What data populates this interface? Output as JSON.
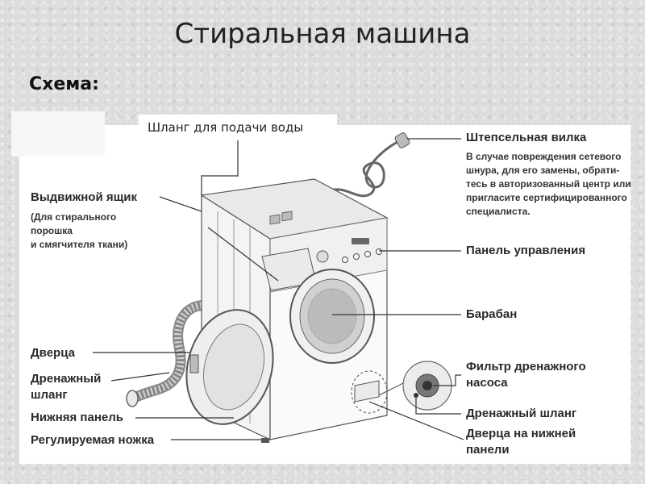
{
  "title": "Стиральная машина",
  "subtitle": "Схема:",
  "labels": {
    "inlet_hose": "Шланг для подачи воды",
    "drawer": "Выдвижной ящик",
    "drawer_note_1": "(Для стирального",
    "drawer_note_2": "порошка",
    "drawer_note_3": "и смягчителя ткани)",
    "door": "Дверца",
    "drain_hose_left_1": "Дренажный",
    "drain_hose_left_2": "шланг",
    "lower_panel": "Нижняя панель",
    "adjustable_foot": "Регулируемая ножка",
    "plug": "Штепсельная вилка",
    "plug_note_1": "В случае повреждения сетевого",
    "plug_note_2": "шнура, для его замены, обрати-",
    "plug_note_3": "тесь в авторизованный центр или",
    "plug_note_4": "пригласите сертифицированного",
    "plug_note_5": "специалиста.",
    "control_panel": "Панель управления",
    "drum": "Барабан",
    "pump_filter_1": "Фильтр дренажного",
    "pump_filter_2": "насоса",
    "drain_hose_right": "Дренажный шланг",
    "lower_door_1": "Дверца на нижней",
    "lower_door_2": "панели"
  },
  "colors": {
    "machine_body": "#f2f2f2",
    "machine_outline": "#555555",
    "leader_line": "#333333"
  },
  "icons": [
    "washing-machine-illustration",
    "plug-icon",
    "drain-hose-icon"
  ]
}
